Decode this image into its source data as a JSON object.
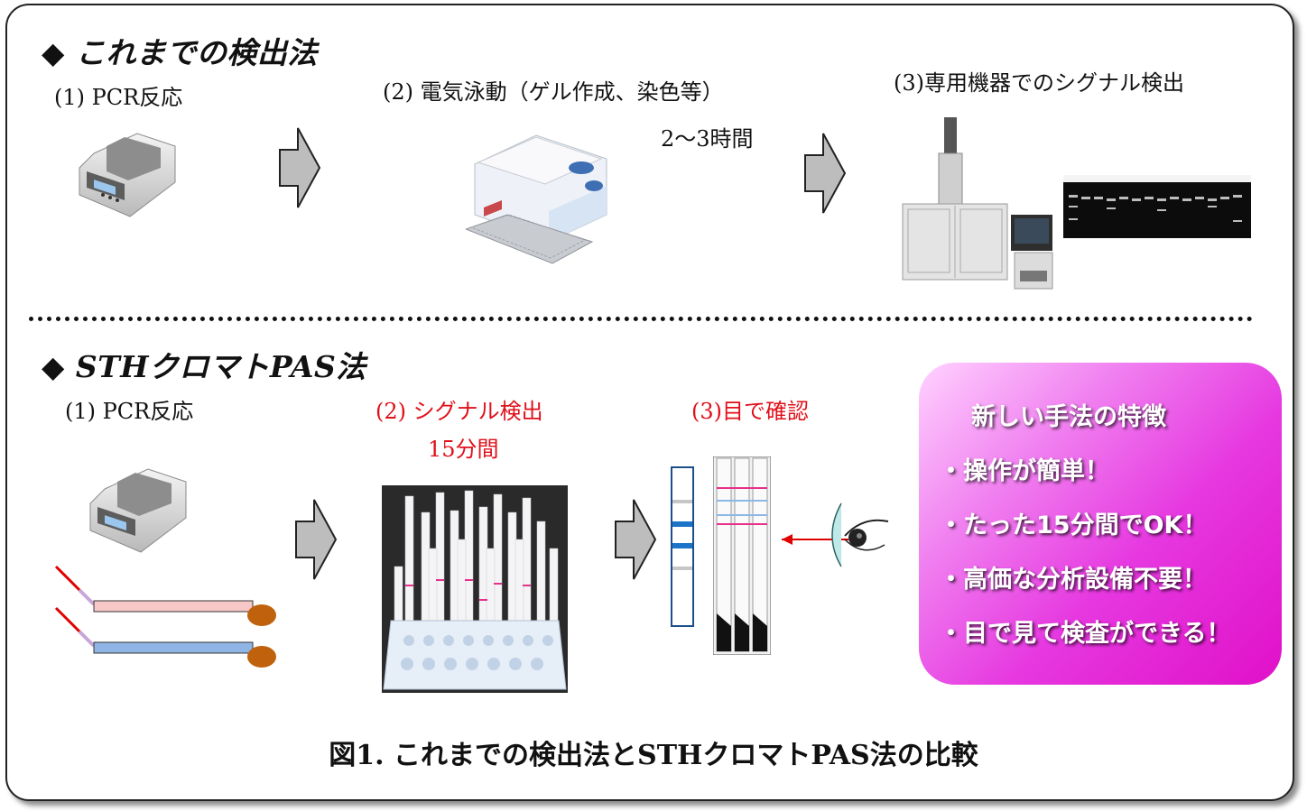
{
  "old_method": {
    "heading": "◆ これまでの検出法",
    "step1": "(1) PCR反応",
    "step2": "(2) 電気泳動（ゲル作成、染色等）",
    "step2_time": "2〜3時間",
    "step3": "(3)専用機器でのシグナル検出"
  },
  "new_method": {
    "heading": "◆ STHクロマトPAS法",
    "step1": "(1) PCR反応",
    "step2": "(2) シグナル検出",
    "step2_time": "15分間",
    "step3": "(3)目で確認"
  },
  "features": {
    "title": "新しい手法の特徴",
    "items": [
      "・操作が簡単！",
      "・たった15分間でOK！",
      "・高価な分析設備不要！",
      "・目で見て検査ができる！"
    ]
  },
  "caption": "図1. これまでの検出法とSTHクロマトPAS法の比較",
  "colors": {
    "accent_red": "#e0101a",
    "feature_box": "#e010c8",
    "strip_band": "#1b74c8",
    "test_line": "#e8308a"
  }
}
